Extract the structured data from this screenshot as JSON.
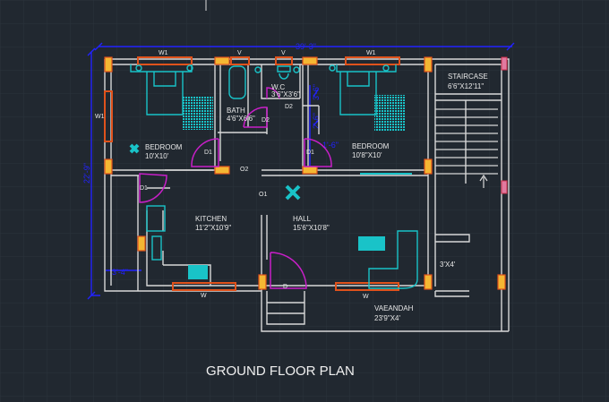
{
  "title": "GROUND FLOOR PLAN",
  "dimensions": {
    "width": "39'-3\"",
    "height": "22'-9\"",
    "wc_wall": "3'-6\"",
    "passage": "2'-6\"",
    "door_gap": "1'-6\"",
    "kitchen_offset": "3'-4\""
  },
  "rooms": [
    {
      "name": "BEDROOM",
      "size": "10'X10'"
    },
    {
      "name": "BATH",
      "size": "4'6\"X6'6\""
    },
    {
      "name": "W.C",
      "size": "3'6\"X3'6\""
    },
    {
      "name": "BEDROOM",
      "size": "10'8\"X10'"
    },
    {
      "name": "STAIRCASE",
      "size": "6'6\"X12'11\""
    },
    {
      "name": "KITCHEN",
      "size": "11'2\"X10'9\""
    },
    {
      "name": "HALL",
      "size": "15'6\"X10'8\""
    },
    {
      "name": "VAEANDAH",
      "size": "23'9\"X4'"
    },
    {
      "name": "",
      "size": "3'X4'"
    }
  ],
  "labels": {
    "w1": "W1",
    "v": "V",
    "w": "W",
    "d": "D",
    "d1": "D1",
    "d2": "D2",
    "o1": "O1",
    "o2": "O2"
  },
  "colors": {
    "background": "#212830",
    "walls": "#d8d8d8",
    "windows": "#e0521c",
    "columns": "#f4b733",
    "doors": "#c81fc8",
    "furniture": "#19c3c8",
    "dimensions": "#2222ff"
  }
}
